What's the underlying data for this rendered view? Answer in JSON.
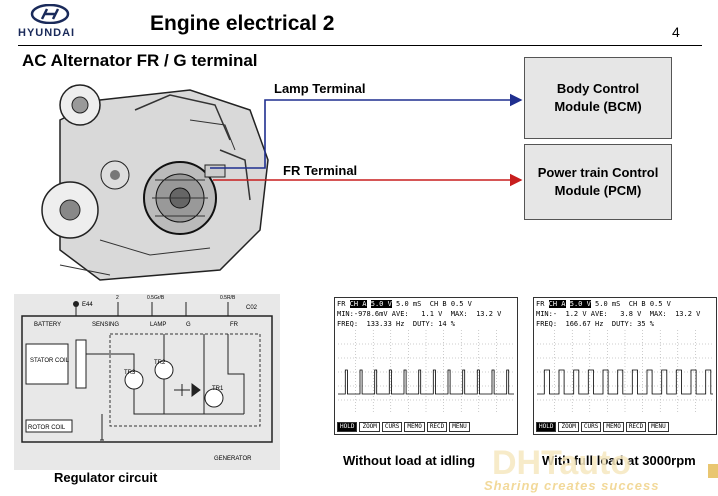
{
  "header": {
    "brand": "HYUNDAI",
    "title": "Engine electrical 2",
    "page_number": "4"
  },
  "subtitle": "AC Alternator FR / G terminal",
  "terminals": {
    "lamp": "Lamp Terminal",
    "fr": "FR Terminal"
  },
  "modules": {
    "bcm_line1": "Body Control",
    "bcm_line2": "Module (BCM)",
    "pcm_line1": "Power train Control",
    "pcm_line2": "Module (PCM)"
  },
  "regulator": {
    "caption": "Regulator circuit",
    "labels": {
      "e44": "E44",
      "c02": "C02",
      "battery": "BATTERY",
      "sensing": "SENSING",
      "lamp": "LAMP",
      "g": "G",
      "fr": "FR",
      "stator": "STATOR COIL",
      "rotor": "ROTOR COIL",
      "generator": "GENERATOR",
      "tr1": "TR1",
      "tr2": "TR2",
      "tr3": "TR3",
      "w1": "2",
      "w2": "0.5Gr/B",
      "w3": "0.5R/B"
    }
  },
  "scopes": [
    {
      "caption": "Without load at idling",
      "line1_a": "FR ",
      "line1_ch": "CH A",
      "line1_v": "5.0 V",
      "line1_b": " 5.0 mS  CH B 0.5 V",
      "line2": "MIN:-978.6mV AVE:   1.1 V  MAX:  13.2 V",
      "line3": "FREQ:  133.33 Hz  DUTY: 14 %",
      "duty": 0.14,
      "buttons": [
        "HOLD",
        "ZOOM",
        "CURS",
        "MEMO",
        "RECD",
        "MENU"
      ]
    },
    {
      "caption": "With full load at 3000rpm",
      "line1_a": "FR ",
      "line1_ch": "CH A",
      "line1_v": "5.0 V",
      "line1_b": " 5.0 mS  CH B 0.5 V",
      "line2": "MIN:-  1.2 V AVE:   3.8 V  MAX:  13.2 V",
      "line3": "FREQ:  166.67 Hz  DUTY: 35 %",
      "duty": 0.35,
      "buttons": [
        "HOLD",
        "ZOOM",
        "CURS",
        "MEMO",
        "RECD",
        "MENU"
      ]
    }
  ],
  "watermark": {
    "brand": "DHTauto",
    "tagline": "Sharing creates success"
  },
  "colors": {
    "lamp_wire": "#1f2f8f",
    "fr_wire": "#c81e1e",
    "module_fill": "#e6e6e6"
  }
}
